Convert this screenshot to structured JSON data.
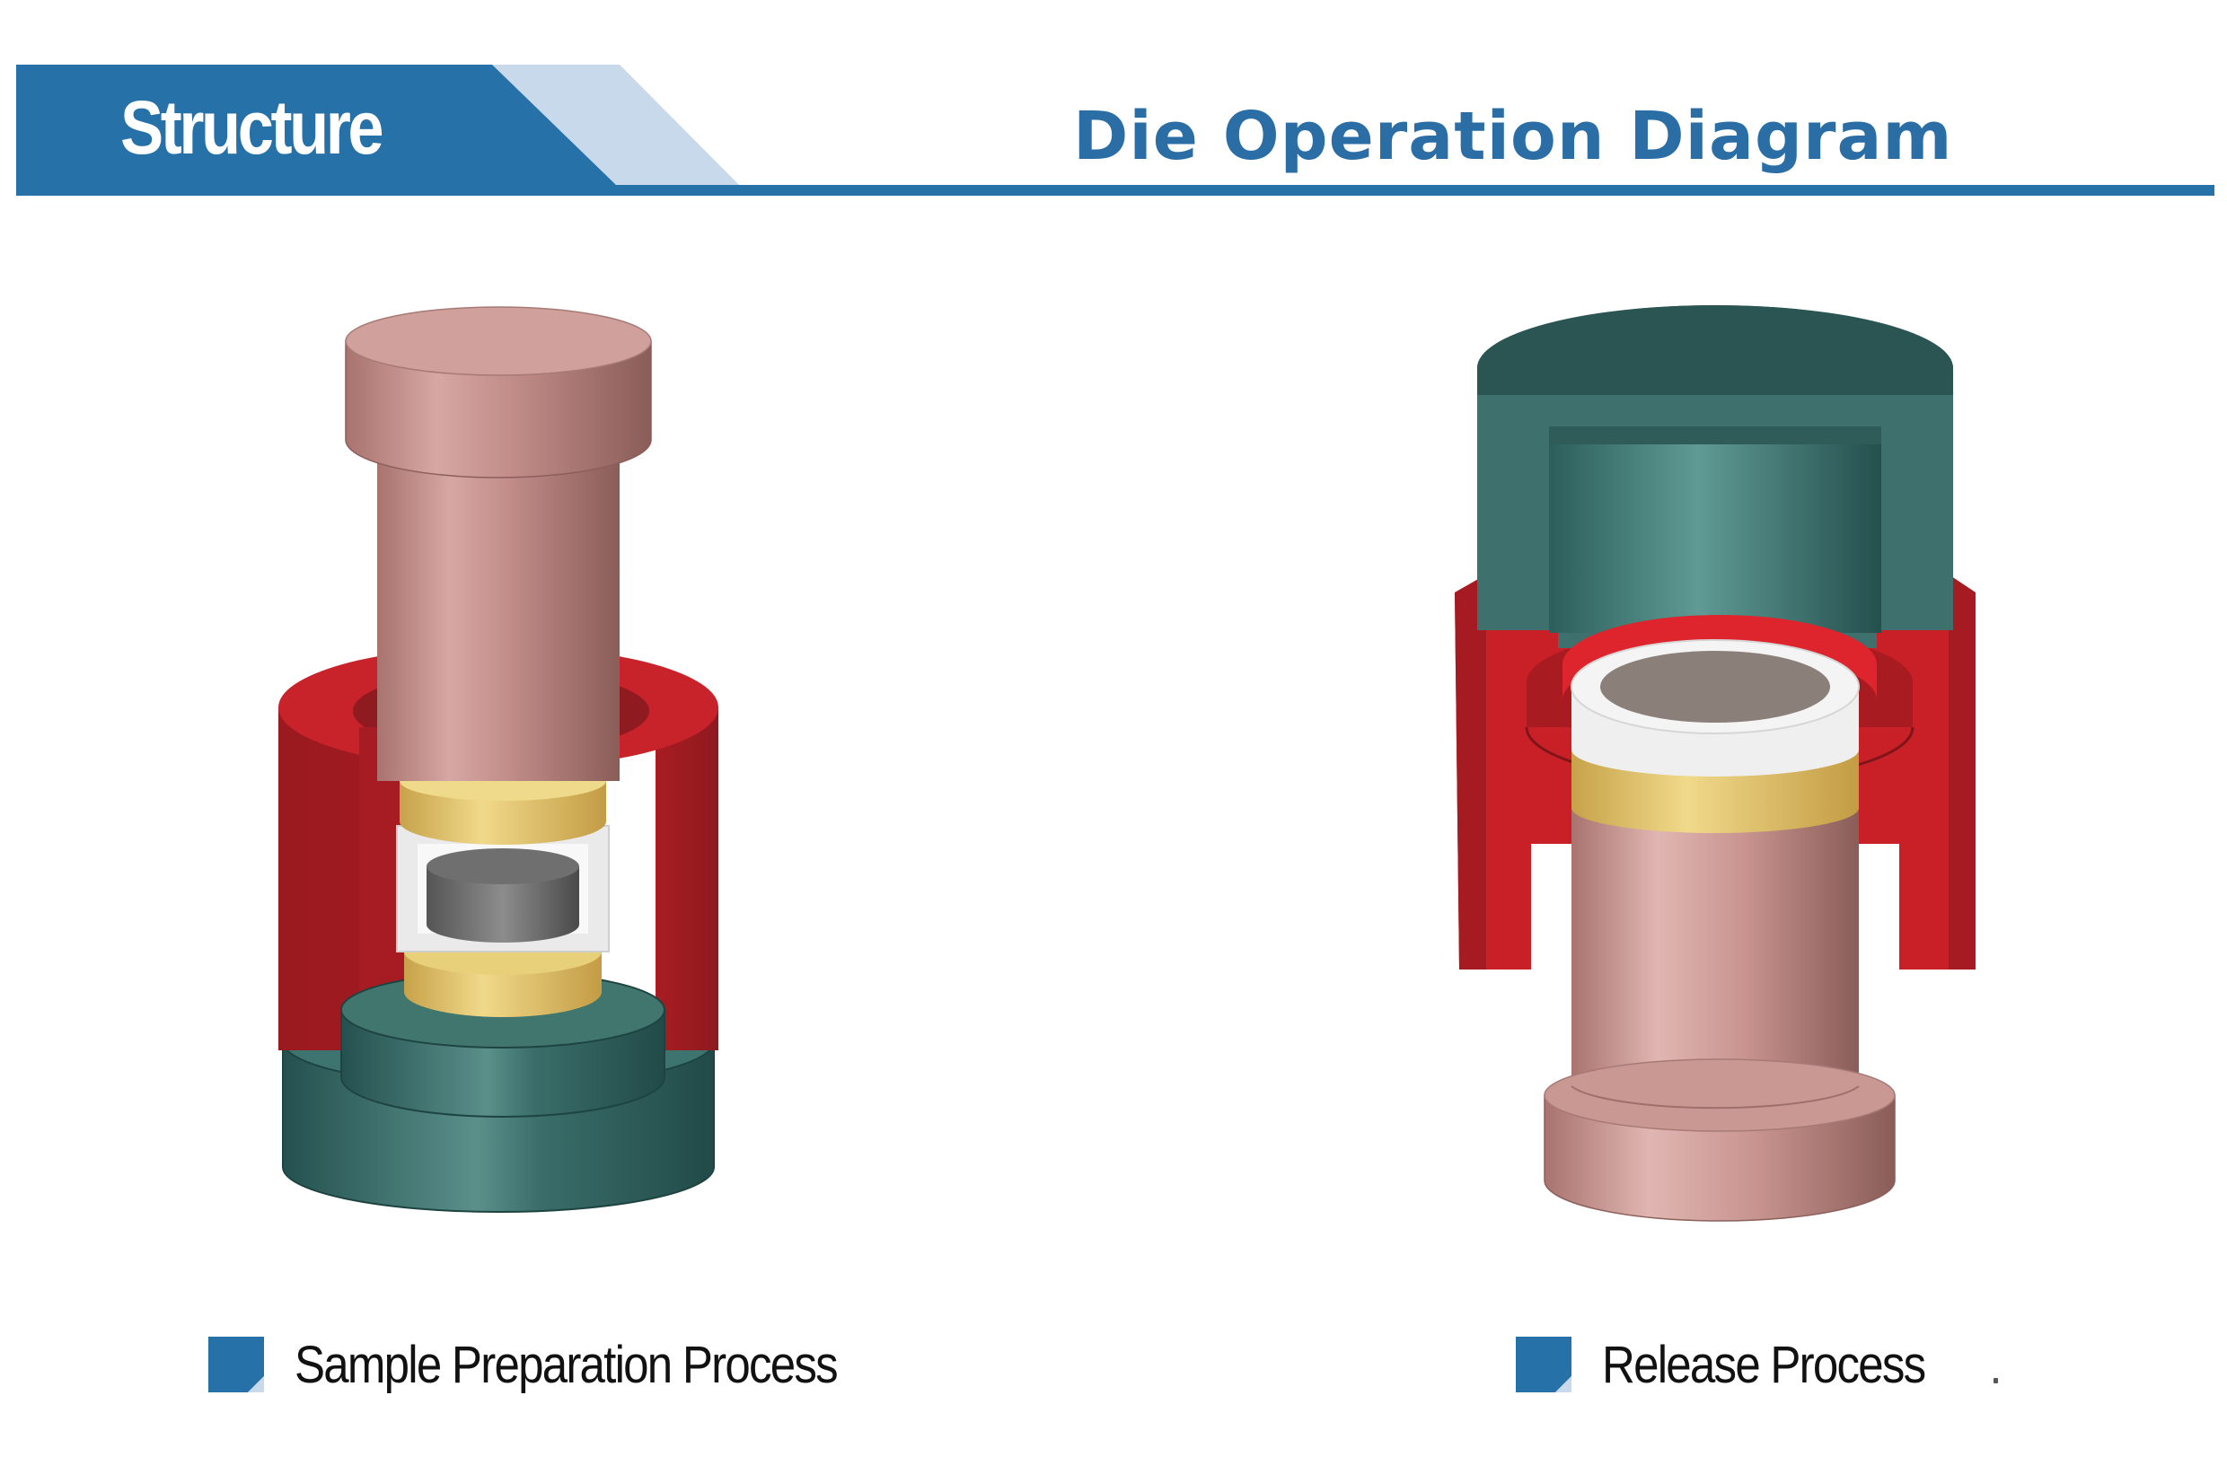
{
  "header": {
    "tab_label": "Structure",
    "title": "Die Operation Diagram",
    "colors": {
      "primary_blue": "#2771a9",
      "light_blue": "#c7d9ea",
      "title_blue": "#2b6da5"
    }
  },
  "figures": [
    {
      "caption": "Sample Preparation Process",
      "bullet_icon": "blue-square-bullet-icon"
    },
    {
      "caption": "Release Process",
      "bullet_icon": "blue-square-bullet-icon"
    }
  ],
  "part_colors": {
    "punch": "#c99692",
    "die_body": "#b81d24",
    "base": "#2c6360",
    "spacer": "#e2c46a",
    "sample": "#7a7a7a",
    "ring": "#ececec"
  }
}
